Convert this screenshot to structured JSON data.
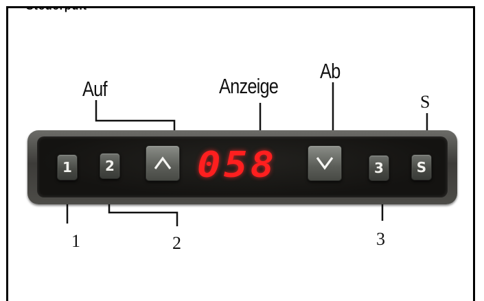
{
  "header_fragment": "Steuerpult",
  "labels": {
    "up": "Auf",
    "display": "Anzeige",
    "down": "Ab",
    "save": "S",
    "btn1": "1",
    "btn2": "2",
    "btn3": "3"
  },
  "panel": {
    "button_1": "1",
    "button_2": "2",
    "up_icon": "chevron-up-icon",
    "display_value": "058",
    "down_icon": "chevron-down-icon",
    "button_3": "3",
    "button_s": "S"
  },
  "colors": {
    "display_led": "#ff1f1f",
    "panel": "#3d3c39",
    "button": "#474944"
  }
}
